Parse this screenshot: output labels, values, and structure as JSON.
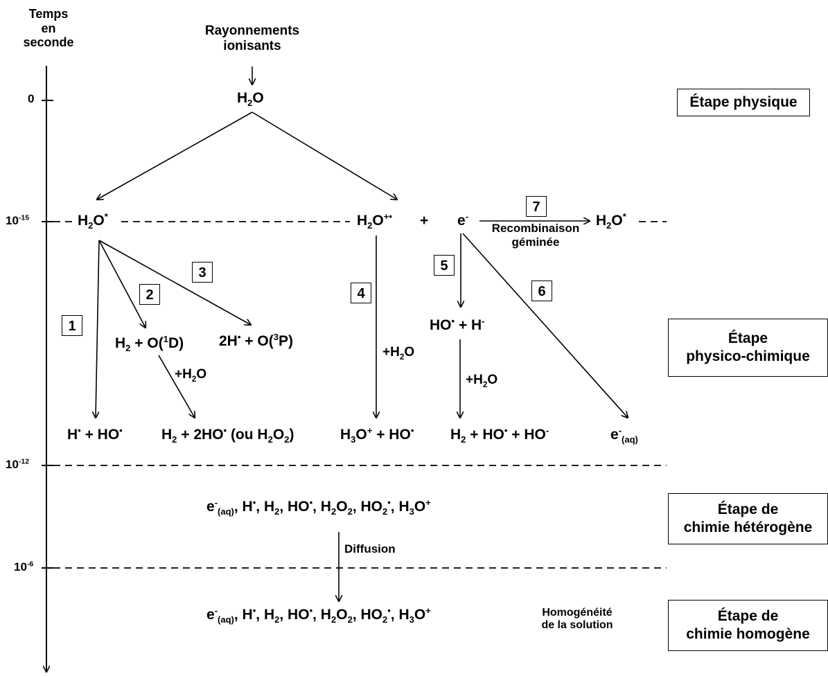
{
  "axis": {
    "title_lines": [
      "Temps",
      "en",
      "seconde"
    ],
    "ticks": {
      "t0": "0",
      "t15_base": "10",
      "t15_exp": "-15",
      "t12_base": "10",
      "t12_exp": "-12",
      "t6_base": "10",
      "t6_exp": "-6"
    }
  },
  "source": {
    "line1": "Rayonnements",
    "line2": "ionisants"
  },
  "species": {
    "water": {
      "a": "H",
      "b": "2",
      "c": "O"
    },
    "excited": {
      "a": "H",
      "b": "2",
      "c": "O",
      "d": "*"
    },
    "cation": {
      "a": "H",
      "b": "2",
      "c": "O",
      "d": "+•"
    },
    "plus": "+",
    "electron": {
      "a": "e",
      "b": "-"
    },
    "recomb_product": {
      "a": "H",
      "b": "2",
      "c": "O",
      "d": "*"
    },
    "h2_o1d": {
      "a": "H",
      "b": "2",
      "c": " + O(",
      "d": "1",
      "e": "D)"
    },
    "two_h_o3p": {
      "a": "2H",
      "b": "•",
      "c": " + O(",
      "d": "3",
      "e": "P)"
    },
    "ho_h_minus": {
      "a": "HO",
      "b": "•",
      "c": " + H",
      "d": "-"
    },
    "prod1": {
      "a": "H",
      "b": "•",
      "c": " + HO",
      "d": "•"
    },
    "prod2": {
      "a": "H",
      "b": "2",
      "c": " + 2HO",
      "d": "•",
      "e": " (ou H",
      "f": "2",
      "g": "O",
      "h": "2",
      "i": ")"
    },
    "prod3": {
      "a": "H",
      "b": "3",
      "c": "O",
      "d": "+",
      "e": " + HO",
      "f": "•"
    },
    "prod4": {
      "a": "H",
      "b": "2",
      "c": " + HO",
      "d": "•",
      "e": " + HO",
      "f": "-"
    },
    "prod5": {
      "a": "e",
      "b": "-",
      "c": "(aq)"
    }
  },
  "labels": {
    "plus_water": {
      "a": "+H",
      "b": "2",
      "c": "O"
    },
    "recomb_line1": "Recombinaison",
    "recomb_line2": "géminée",
    "diffusion": "Diffusion",
    "homog_line1": "Homogénéité",
    "homog_line2": "de la solution"
  },
  "mixture": {
    "a": "e",
    "b": "-",
    "c": "(aq)",
    "d": ", H",
    "e": "•",
    "f": ", H",
    "g": "2",
    "h": ", HO",
    "i": "•",
    "j": ", H",
    "k": "2",
    "l": "O",
    "m": "2",
    "n": ", HO",
    "o": "2",
    "p": "•",
    "q": ", H",
    "r": "3",
    "s": "O",
    "t": "+"
  },
  "boxes": [
    "1",
    "2",
    "3",
    "4",
    "5",
    "6",
    "7"
  ],
  "stages": {
    "physique": "Étape physique",
    "physico_1": "Étape",
    "physico_2": "physico-chimique",
    "hetero_1": "Étape de",
    "hetero_2": "chimie hétérogène",
    "homo_1": "Étape de",
    "homo_2": "chimie homogène"
  }
}
